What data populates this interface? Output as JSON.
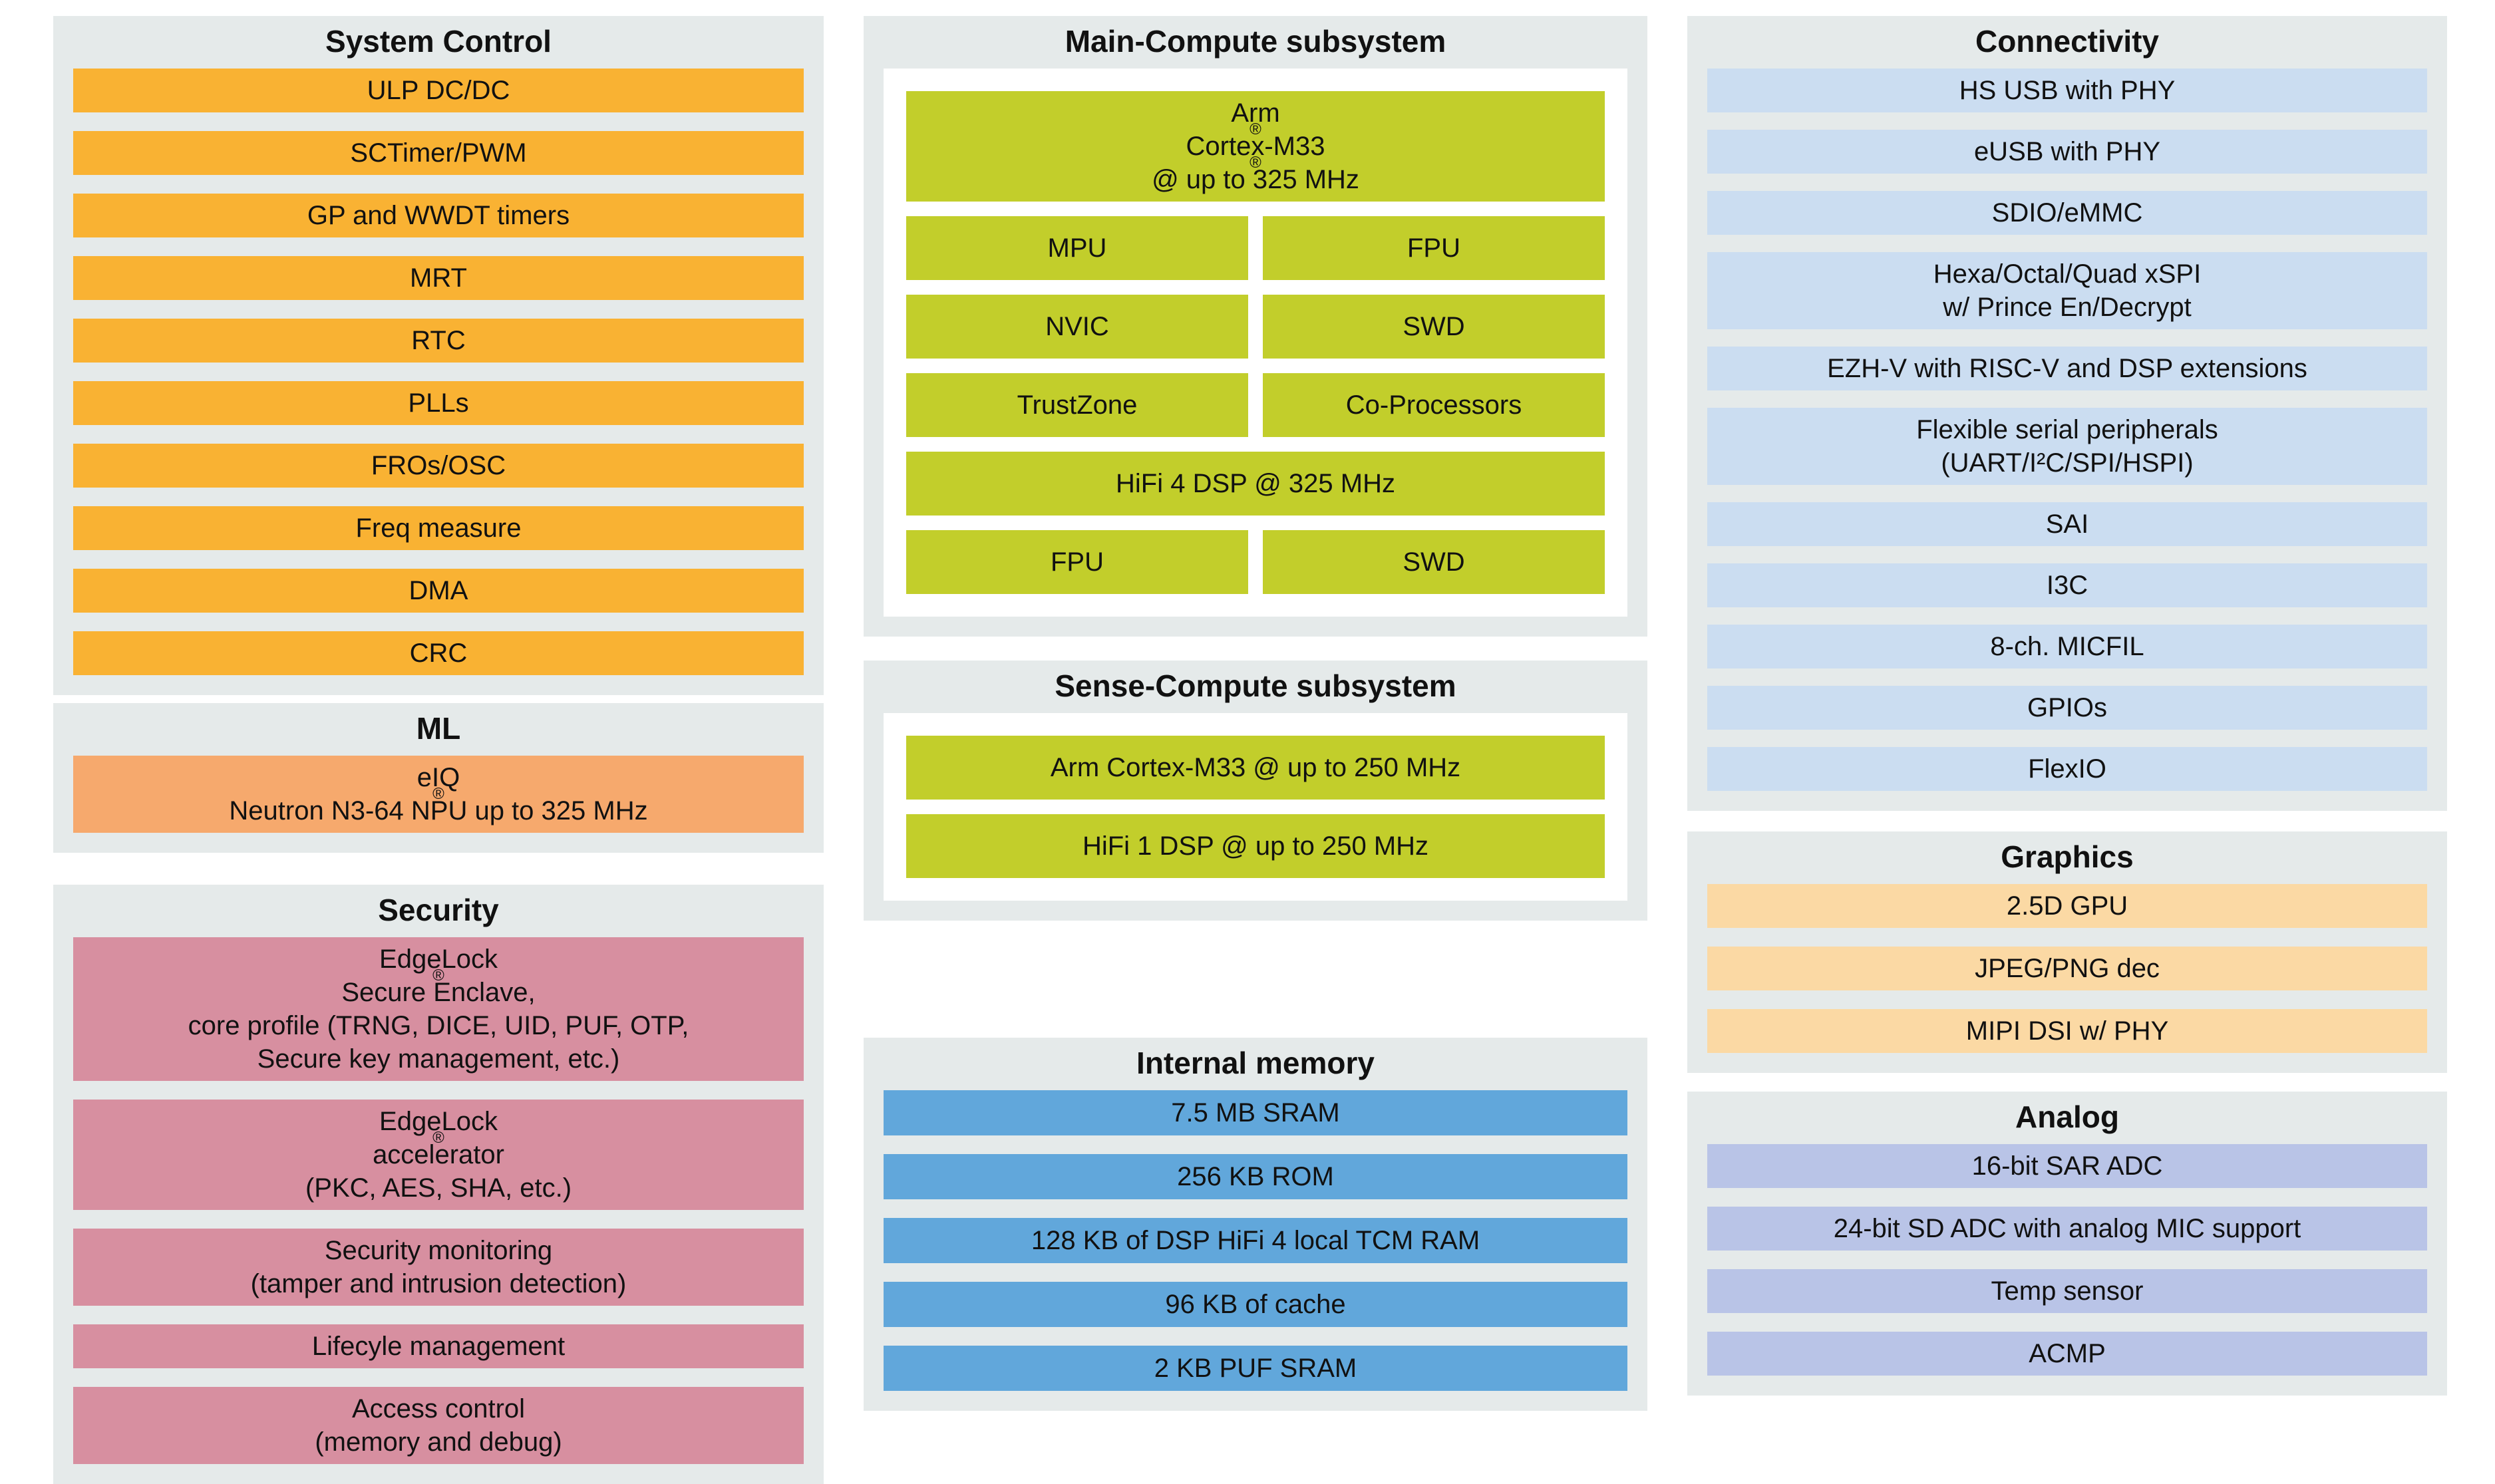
{
  "colors": {
    "orange": "#F9B233",
    "ml_orange": "#F6A96D",
    "pink": "#D78FA0",
    "green": "#C2CE2B",
    "memory_blue": "#61A7DB",
    "connectivity_blue": "#CBDDF1",
    "graphics_peach": "#FBD9A4",
    "analog_lavender": "#B9C4E7",
    "panel_bg": "#E5EAEA",
    "inner_box": "#FFFFFF",
    "text": "#111111"
  },
  "panels": {
    "system_control": {
      "title": "System Control",
      "rows": [
        {
          "lines": [
            "ULP DC/DC"
          ]
        },
        {
          "lines": [
            "SCTimer/PWM"
          ]
        },
        {
          "lines": [
            "GP and WWDT timers"
          ]
        },
        {
          "lines": [
            "MRT"
          ]
        },
        {
          "lines": [
            "RTC"
          ]
        },
        {
          "lines": [
            "PLLs"
          ]
        },
        {
          "lines": [
            "FROs/OSC"
          ]
        },
        {
          "lines": [
            "Freq measure"
          ]
        },
        {
          "lines": [
            "DMA"
          ]
        },
        {
          "lines": [
            "CRC"
          ]
        }
      ]
    },
    "ml": {
      "title": "ML",
      "rows": [
        {
          "lines": [
            "eIQ® Neutron N3-64 NPU up to 325 MHz"
          ]
        }
      ]
    },
    "security": {
      "title": "Security",
      "rows": [
        {
          "lines": [
            "EdgeLock® Secure Enclave,",
            "core profile (TRNG, DICE, UID, PUF, OTP,",
            "Secure key management, etc.)"
          ]
        },
        {
          "lines": [
            "EdgeLock® accelerator",
            "(PKC, AES, SHA, etc.)"
          ]
        },
        {
          "lines": [
            "Security monitoring",
            "(tamper and intrusion detection)"
          ]
        },
        {
          "lines": [
            "Lifecyle management"
          ]
        },
        {
          "lines": [
            "Access control",
            "(memory and debug)"
          ]
        }
      ]
    },
    "main_compute": {
      "title": "Main-Compute subsystem",
      "rows": [
        {
          "lines": [
            "Arm® Cortex-M33® @ up to 325 MHz"
          ]
        },
        {
          "pair": [
            "MPU",
            "FPU"
          ]
        },
        {
          "pair": [
            "NVIC",
            "SWD"
          ]
        },
        {
          "pair": [
            "TrustZone",
            "Co-Processors"
          ]
        },
        {
          "lines": [
            "HiFi 4 DSP @ 325 MHz"
          ]
        },
        {
          "pair": [
            "FPU",
            "SWD"
          ]
        }
      ]
    },
    "sense_compute": {
      "title": "Sense-Compute subsystem",
      "rows": [
        {
          "lines": [
            "Arm Cortex-M33 @ up to 250 MHz"
          ]
        },
        {
          "lines": [
            "HiFi 1 DSP @ up to 250 MHz"
          ]
        }
      ]
    },
    "internal_memory": {
      "title": "Internal memory",
      "rows": [
        {
          "lines": [
            "7.5 MB SRAM"
          ]
        },
        {
          "lines": [
            "256 KB ROM"
          ]
        },
        {
          "lines": [
            "128 KB of DSP HiFi 4 local TCM RAM"
          ]
        },
        {
          "lines": [
            "96 KB of cache"
          ]
        },
        {
          "lines": [
            "2 KB PUF SRAM"
          ]
        }
      ]
    },
    "connectivity": {
      "title": "Connectivity",
      "rows": [
        {
          "lines": [
            "HS USB with PHY"
          ]
        },
        {
          "lines": [
            "eUSB with PHY"
          ]
        },
        {
          "lines": [
            "SDIO/eMMC"
          ]
        },
        {
          "lines": [
            "Hexa/Octal/Quad xSPI",
            "w/ Prince En/Decrypt"
          ]
        },
        {
          "lines": [
            "EZH-V with RISC-V and DSP extensions"
          ]
        },
        {
          "lines": [
            "Flexible serial peripherals",
            "(UART/I²C/SPI/HSPI)"
          ]
        },
        {
          "lines": [
            "SAI"
          ]
        },
        {
          "lines": [
            "I3C"
          ]
        },
        {
          "lines": [
            "8-ch. MICFIL"
          ]
        },
        {
          "lines": [
            "GPIOs"
          ]
        },
        {
          "lines": [
            "FlexIO"
          ]
        }
      ]
    },
    "graphics": {
      "title": "Graphics",
      "rows": [
        {
          "lines": [
            "2.5D GPU"
          ]
        },
        {
          "lines": [
            "JPEG/PNG dec"
          ]
        },
        {
          "lines": [
            "MIPI DSI w/ PHY"
          ]
        }
      ]
    },
    "analog": {
      "title": "Analog",
      "rows": [
        {
          "lines": [
            "16-bit SAR ADC"
          ]
        },
        {
          "lines": [
            "24-bit SD ADC with analog MIC support"
          ]
        },
        {
          "lines": [
            "Temp sensor"
          ]
        },
        {
          "lines": [
            "ACMP"
          ]
        }
      ]
    }
  }
}
